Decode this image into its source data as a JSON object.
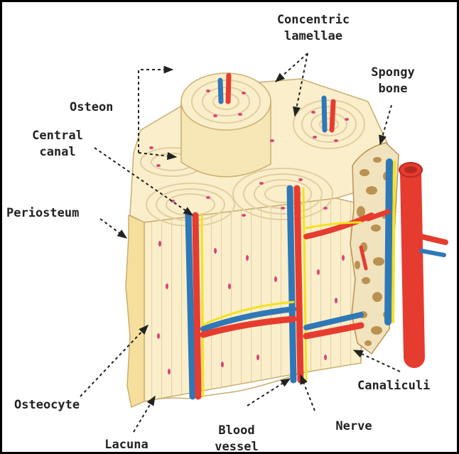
{
  "labels": {
    "concentric_lamellae": [
      "Concentric",
      "lamellae"
    ],
    "osteon": "Osteon",
    "spongy_bone": [
      "Spongy",
      "bone"
    ],
    "central_canal": [
      "Central",
      "canal"
    ],
    "periosteum": "Periosteum",
    "canaliculi": "Canaliculi",
    "osteocyte": "Osteocyte",
    "nerve": "Nerve",
    "blood_vessel": [
      "Blood",
      "vessel"
    ],
    "lacuna": "Lacuna"
  },
  "colors": {
    "bone_fill": "#fbeecb",
    "lamella_line": "#e2cfa0",
    "bone_outline": "#c9ae6e",
    "osteocyte": "#d6457a",
    "artery": "#e63c2f",
    "vein": "#2f78b8",
    "nerve": "#f3e21d",
    "spongy": "#b99252",
    "periosteum": "#f6df9c"
  }
}
